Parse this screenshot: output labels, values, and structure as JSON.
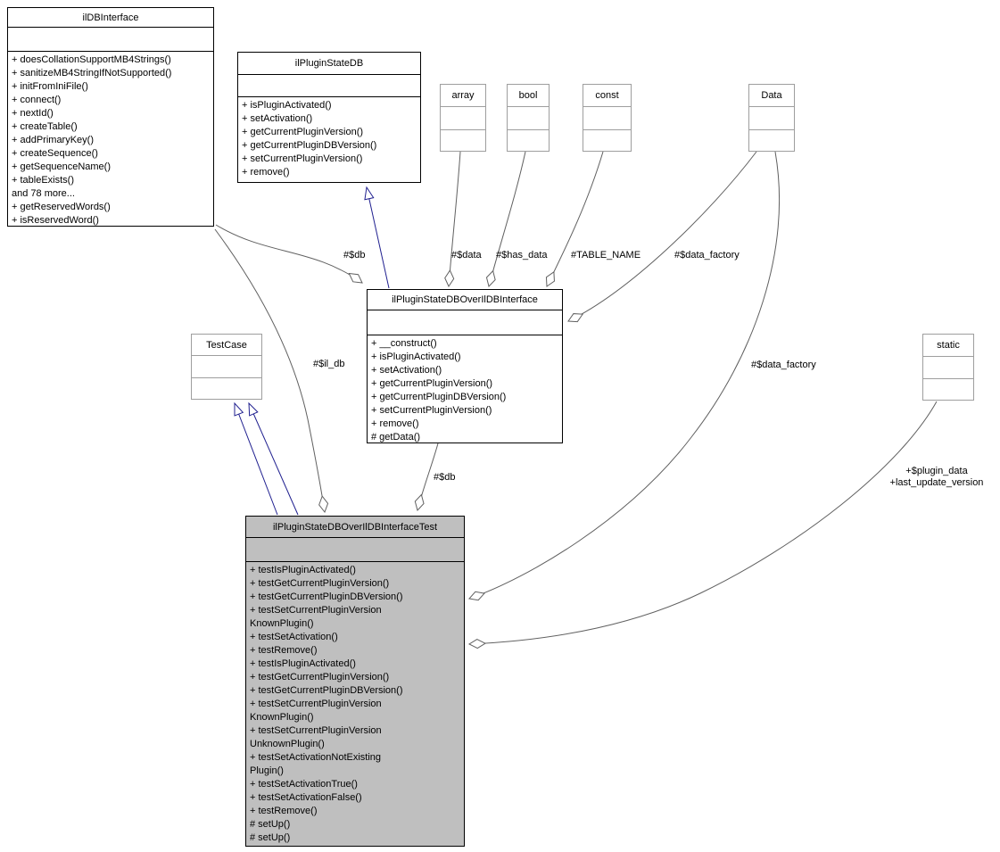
{
  "diagram_type": "uml-collaboration-graph",
  "colors": {
    "edge": "#606060",
    "inheritance_edge": "#1f1f8f",
    "class_border": "#000000",
    "external_border": "#9e9e9e",
    "test_class_fill": "#bfbfbf",
    "background": "#ffffff"
  },
  "classes": {
    "ildbinterface": {
      "title": "ilDBInterface",
      "methods": [
        "+ doesCollationSupportMB4Strings()",
        "+ sanitizeMB4StringIfNotSupported()",
        "+ initFromIniFile()",
        "+ connect()",
        "+ nextId()",
        "+ createTable()",
        "+ addPrimaryKey()",
        "+ createSequence()",
        "+ getSequenceName()",
        "+ tableExists()",
        "and 78 more...",
        "+ getReservedWords()",
        "+ isReservedWord()"
      ]
    },
    "ilpluginstatedb": {
      "title": "ilPluginStateDB",
      "methods": [
        "+ isPluginActivated()",
        "+ setActivation()",
        "+ getCurrentPluginVersion()",
        "+ getCurrentPluginDBVersion()",
        "+ setCurrentPluginVersion()",
        "+ remove()"
      ]
    },
    "interface": {
      "title": "ilPluginStateDBOverIlDBInterface",
      "methods": [
        "+ __construct()",
        "+ isPluginActivated()",
        "+ setActivation()",
        "+ getCurrentPluginVersion()",
        "+ getCurrentPluginDBVersion()",
        "+ setCurrentPluginVersion()",
        "+ remove()",
        "# getData()"
      ]
    },
    "test": {
      "title": "ilPluginStateDBOverIlDBInterfaceTest",
      "methods": [
        "+ testIsPluginActivated()",
        "+ testGetCurrentPluginVersion()",
        "+ testGetCurrentPluginDBVersion()",
        "+ testSetCurrentPluginVersion",
        "KnownPlugin()",
        "+ testSetActivation()",
        "+ testRemove()",
        "+ testIsPluginActivated()",
        "+ testGetCurrentPluginVersion()",
        "+ testGetCurrentPluginDBVersion()",
        "+ testSetCurrentPluginVersion",
        "KnownPlugin()",
        "+ testSetCurrentPluginVersion",
        "UnknownPlugin()",
        "+ testSetActivationNotExisting",
        "Plugin()",
        "+ testSetActivationTrue()",
        "+ testSetActivationFalse()",
        "+ testRemove()",
        "# setUp()",
        "# setUp()"
      ]
    },
    "testcase": {
      "title": "TestCase"
    },
    "static": {
      "title": "static"
    },
    "array": {
      "title": "array"
    },
    "bool": {
      "title": "bool"
    },
    "const": {
      "title": "const"
    },
    "data": {
      "title": "Data"
    }
  },
  "edge_labels": {
    "db_top": "#$db",
    "data": "#$data",
    "has_data": "#$has_data",
    "table_name": "#TABLE_NAME",
    "data_factory_top": "#$data_factory",
    "il_db": "#$il_db",
    "data_factory_mid": "#$data_factory",
    "db_bottom": "#$db",
    "plugin_data_line1": "+$plugin_data",
    "plugin_data_line2": "+last_update_version"
  }
}
